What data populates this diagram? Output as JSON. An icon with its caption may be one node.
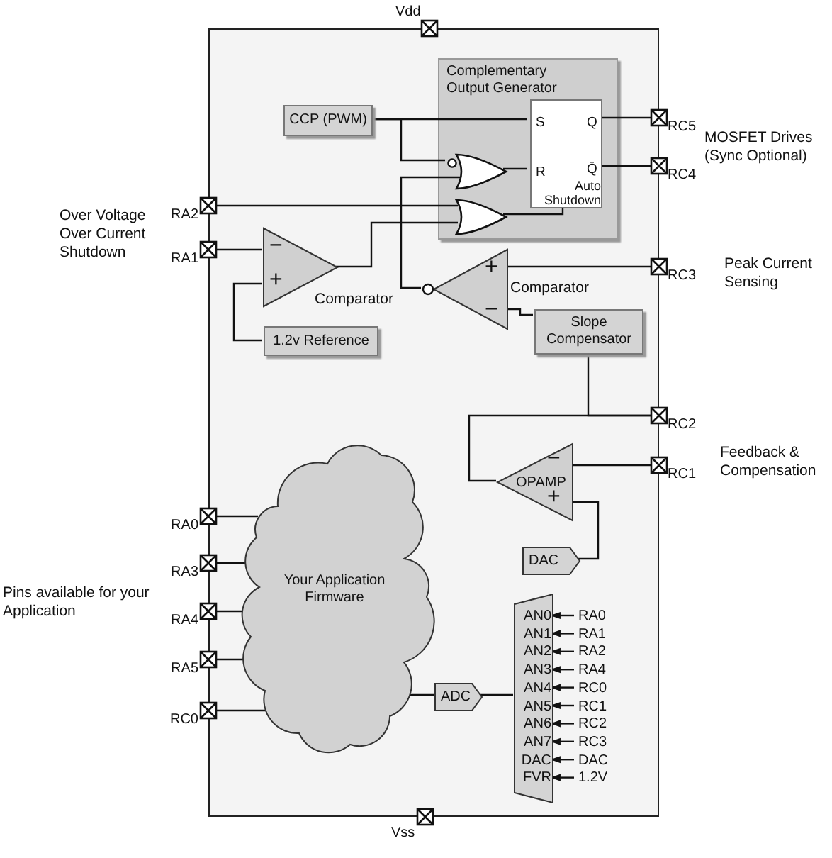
{
  "diagram": {
    "nodes": [
      {
        "text": [],
        "shape": "box"
      },
      {
        "text": [
          "Vdd"
        ]
      },
      {
        "text": [
          "Complementary Output Generator"
        ],
        "in": 0
      },
      {
        "text": [
          "CCP (PWM)"
        ],
        "in": 0
      },
      {
        "text": [
          "S",
          "Q",
          "R",
          "Q̄",
          "Auto Shutdown"
        ],
        "in": 2
      },
      {
        "text": [],
        "shape": "gate",
        "in": 2
      },
      {
        "text": [],
        "shape": "gate",
        "in": 2
      },
      {
        "text": [
          "RC5"
        ]
      },
      {
        "text": [
          "RC4"
        ]
      },
      {
        "text": [
          "RA2"
        ]
      },
      {
        "text": [
          "RA1"
        ]
      },
      {
        "text": [
          "−",
          "+"
        ],
        "in": 0
      },
      {
        "text": [
          "1.2v Reference"
        ],
        "in": 0
      },
      {
        "text": [
          "+",
          "−"
        ],
        "in": 0
      },
      {
        "text": [
          "RC3"
        ]
      },
      {
        "text": [
          "Slope Compensator"
        ],
        "in": 0
      },
      {
        "text": [
          "RC2"
        ]
      },
      {
        "text": [
          "RC1"
        ]
      },
      {
        "text": [
          "−",
          "OPAMP",
          "+"
        ],
        "in": 0
      },
      {
        "text": [
          "DAC"
        ],
        "in": 0
      },
      {
        "text": [
          "Your Application Firmware"
        ],
        "in": 0
      },
      {
        "text": [
          "RA0"
        ]
      },
      {
        "text": [
          "RA3"
        ]
      },
      {
        "text": [
          "RA4"
        ]
      },
      {
        "text": [
          "RA5"
        ]
      },
      {
        "text": [
          "RC0"
        ]
      },
      {
        "text": [
          "ADC"
        ],
        "in": 0
      },
      {
        "text": [
          "AN0",
          "AN1",
          "AN2",
          "AN3",
          "AN4",
          "AN5",
          "AN6",
          "AN7",
          "DAC",
          "FVR"
        ],
        "in": 0
      },
      {
        "text": [
          "RA0"
        ],
        "in": 0
      },
      {
        "text": [
          "RA1"
        ],
        "in": 0
      },
      {
        "text": [
          "RA2"
        ],
        "in": 0
      },
      {
        "text": [
          "RA4"
        ],
        "in": 0
      },
      {
        "text": [
          "RC0"
        ],
        "in": 0
      },
      {
        "text": [
          "RC1"
        ],
        "in": 0
      },
      {
        "text": [
          "RC2"
        ],
        "in": 0
      },
      {
        "text": [
          "RC3"
        ],
        "in": 0
      },
      {
        "text": [
          "DAC"
        ],
        "in": 0
      },
      {
        "text": [
          "1.2V"
        ],
        "in": 0
      },
      {
        "text": [
          "Vss"
        ]
      }
    ],
    "edges": [
      {
        "from": 3,
        "to": 4,
        "arrow": "none"
      },
      {
        "from": 3,
        "to": 5,
        "arrow": "none"
      },
      {
        "from": 5,
        "to": 4,
        "arrow": "none"
      },
      {
        "from": 13,
        "to": 5,
        "arrow": "none"
      },
      {
        "from": 9,
        "to": 6,
        "arrow": "none"
      },
      {
        "from": 11,
        "to": 6,
        "arrow": "none"
      },
      {
        "from": 6,
        "to": 4,
        "arrow": "none"
      },
      {
        "from": 4,
        "to": 7,
        "arrow": "none"
      },
      {
        "from": 4,
        "to": 8,
        "arrow": "none"
      },
      {
        "from": 10,
        "to": 11,
        "arrow": "none"
      },
      {
        "from": 12,
        "to": 11,
        "arrow": "none"
      },
      {
        "from": 14,
        "to": 13,
        "arrow": "none"
      },
      {
        "from": 15,
        "to": 13,
        "arrow": "none"
      },
      {
        "from": 15,
        "to": 16,
        "arrow": "none"
      },
      {
        "from": 18,
        "to": 16,
        "arrow": "none"
      },
      {
        "from": 17,
        "to": 18,
        "arrow": "none"
      },
      {
        "from": 19,
        "to": 18,
        "arrow": "none"
      },
      {
        "from": 21,
        "to": 20,
        "arrow": "none"
      },
      {
        "from": 22,
        "to": 20,
        "arrow": "none"
      },
      {
        "from": 23,
        "to": 20,
        "arrow": "none"
      },
      {
        "from": 24,
        "to": 20,
        "arrow": "none"
      },
      {
        "from": 25,
        "to": 20,
        "arrow": "none"
      },
      {
        "from": 20,
        "to": 26,
        "arrow": "none"
      },
      {
        "from": 26,
        "to": 27,
        "arrow": "none"
      },
      {
        "from": 28,
        "to": 27,
        "arrow": "to"
      },
      {
        "from": 29,
        "to": 27,
        "arrow": "to"
      },
      {
        "from": 30,
        "to": 27,
        "arrow": "to"
      },
      {
        "from": 31,
        "to": 27,
        "arrow": "to"
      },
      {
        "from": 32,
        "to": 27,
        "arrow": "to"
      },
      {
        "from": 33,
        "to": 27,
        "arrow": "to"
      },
      {
        "from": 34,
        "to": 27,
        "arrow": "to"
      },
      {
        "from": 35,
        "to": 27,
        "arrow": "to"
      },
      {
        "from": 36,
        "to": 27,
        "arrow": "to"
      },
      {
        "from": 37,
        "to": 27,
        "arrow": "to"
      }
    ],
    "labels": [
      "MOSFET Drives (Sync Optional)",
      "Over Voltage Over Current Shutdown",
      "Comparator",
      "Comparator",
      "Peak Current Sensing",
      "Feedback & Compensation",
      "Pins available for your Application"
    ]
  }
}
